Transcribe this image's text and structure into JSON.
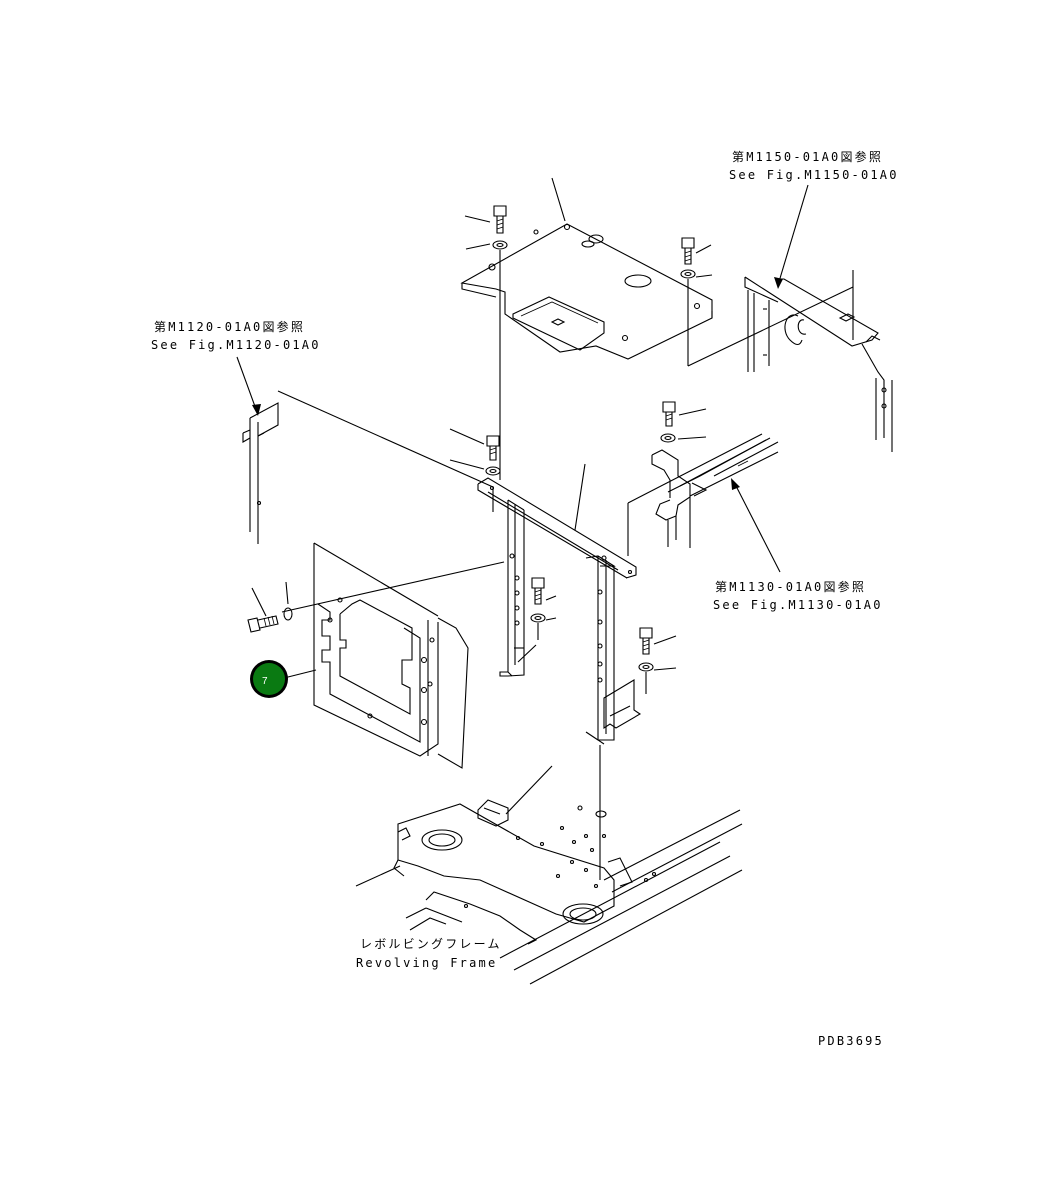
{
  "refs": {
    "m1150": {
      "jp": "第M1150-01A0図参照",
      "en": "See Fig.M1150-01A0"
    },
    "m1120": {
      "jp": "第M1120-01A0図参照",
      "en": "See Fig.M1120-01A0"
    },
    "m1130": {
      "jp": "第M1130-01A0図参照",
      "en": "See Fig.M1130-01A0"
    }
  },
  "frame_label": {
    "jp": "レボルビングフレーム",
    "en": "Revolving Frame"
  },
  "callout": {
    "number": "7",
    "color": "#0a7a12"
  },
  "drawing_code": "PDB3695"
}
